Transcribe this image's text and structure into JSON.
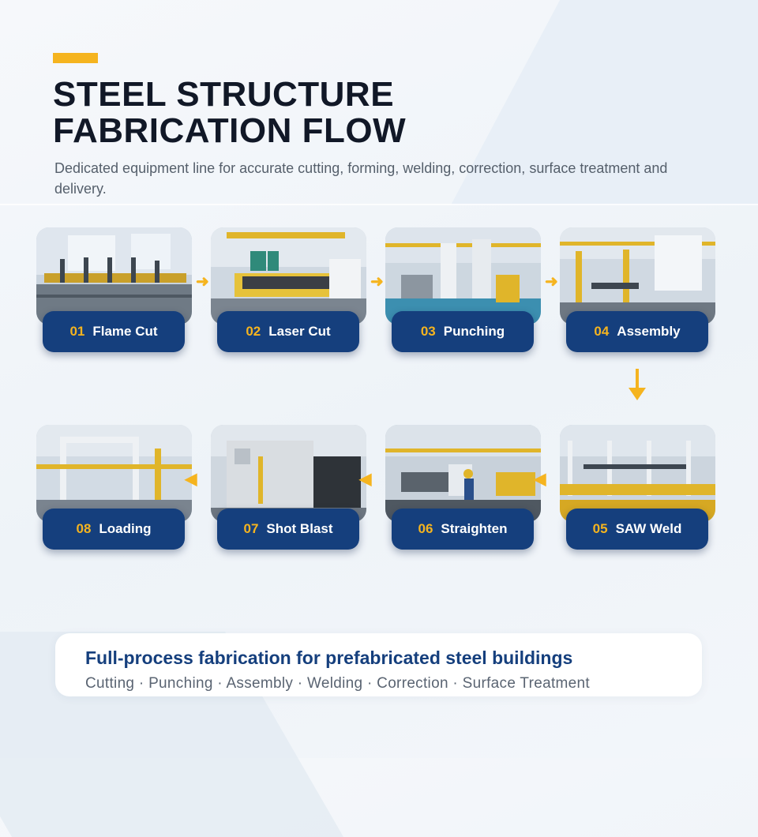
{
  "header": {
    "title_line1": "STEEL STRUCTURE",
    "title_line2": "FABRICATION FLOW",
    "subtitle": "Dedicated equipment line for accurate cutting, forming, welding, correction, surface treatment and delivery."
  },
  "steps": [
    {
      "num": "01",
      "label": "Flame Cut"
    },
    {
      "num": "02",
      "label": "Laser Cut"
    },
    {
      "num": "03",
      "label": "Punching"
    },
    {
      "num": "04",
      "label": "Assembly"
    },
    {
      "num": "05",
      "label": "SAW Weld"
    },
    {
      "num": "06",
      "label": "Straighten"
    },
    {
      "num": "07",
      "label": "Shot Blast"
    },
    {
      "num": "08",
      "label": "Loading"
    }
  ],
  "footer": {
    "title": "Full-process fabrication for prefabricated steel buildings",
    "subtitle": "Cutting · Punching · Assembly · Welding · Correction · Surface Treatment"
  },
  "colors": {
    "accent": "#f5b41f",
    "label_bg": "#153f7d",
    "title_text": "#111827",
    "footer_title": "#153f7d"
  },
  "icons": [
    "arrow-right-icon",
    "arrow-down-icon",
    "arrow-left-icon"
  ]
}
